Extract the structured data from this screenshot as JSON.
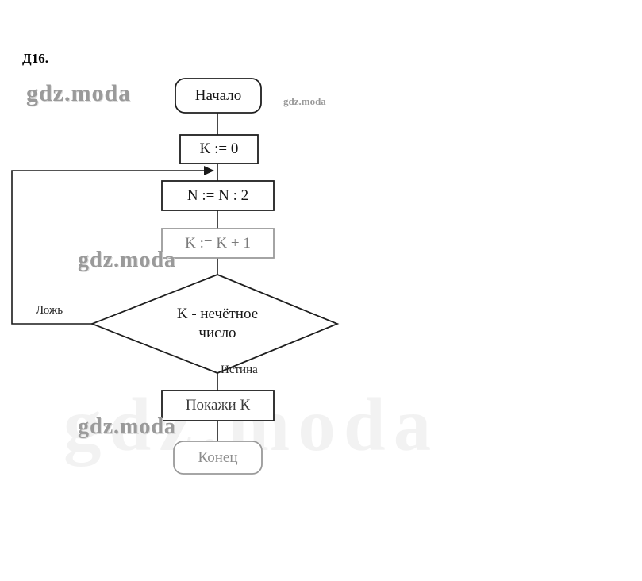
{
  "page": {
    "exercise_label": "Д16."
  },
  "flowchart": {
    "start": "Начало",
    "assign_k0": "K := 0",
    "assign_n": "N := N : 2",
    "assign_k1": "K := K + 1",
    "condition_line1": "K - нечётное",
    "condition_line2": "число",
    "output": "Покажи К",
    "end": "Конец",
    "branch_false": "Ложь",
    "branch_true": "Истина"
  },
  "watermarks": {
    "top_left": "gdz.moda",
    "top_small": "gdz.moda",
    "middle": "gdz.moda",
    "lower": "gdz.moda",
    "giant": "gdz.moda"
  },
  "colors": {
    "line": "#1a1a1a",
    "watermark": "#9a9a9a",
    "background": "#ffffff"
  }
}
